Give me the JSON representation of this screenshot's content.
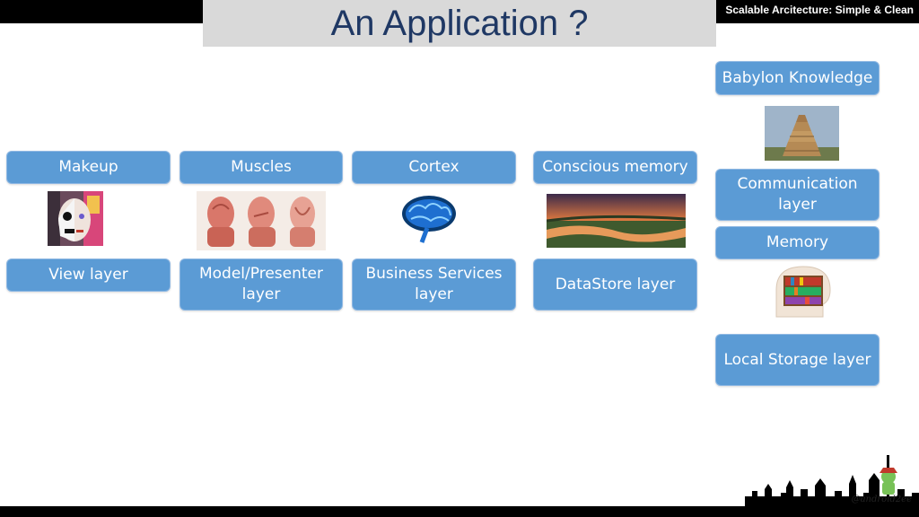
{
  "header": {
    "title": "An Application ?",
    "subtitle": "Scalable Arcitecture: Simple & Clean"
  },
  "columns": [
    {
      "top_label": "Makeup",
      "bottom_label": "View layer",
      "image_icon": "half-skull-face-icon"
    },
    {
      "top_label": "Muscles",
      "bottom_label": "Model/Presenter layer",
      "image_icon": "facial-muscles-icon"
    },
    {
      "top_label": "Cortex",
      "bottom_label": "Business Services layer",
      "image_icon": "brain-icon"
    },
    {
      "top_label": "Conscious memory",
      "bottom_label": "DataStore layer",
      "image_icon": "river-landscape-icon"
    }
  ],
  "right_column": {
    "knowledge_label": "Babylon Knowledge",
    "knowledge_icon": "tower-of-babel-icon",
    "communication_label": "Communication layer",
    "memory_label": "Memory",
    "memory_icon": "bookshelf-head-icon",
    "storage_label": "Local Storage layer"
  },
  "footer": {
    "signature": "@android2ee"
  },
  "colors": {
    "box_fill": "#5b9bd5",
    "title_color": "#1f3864",
    "title_bg": "#d9d9d9"
  }
}
